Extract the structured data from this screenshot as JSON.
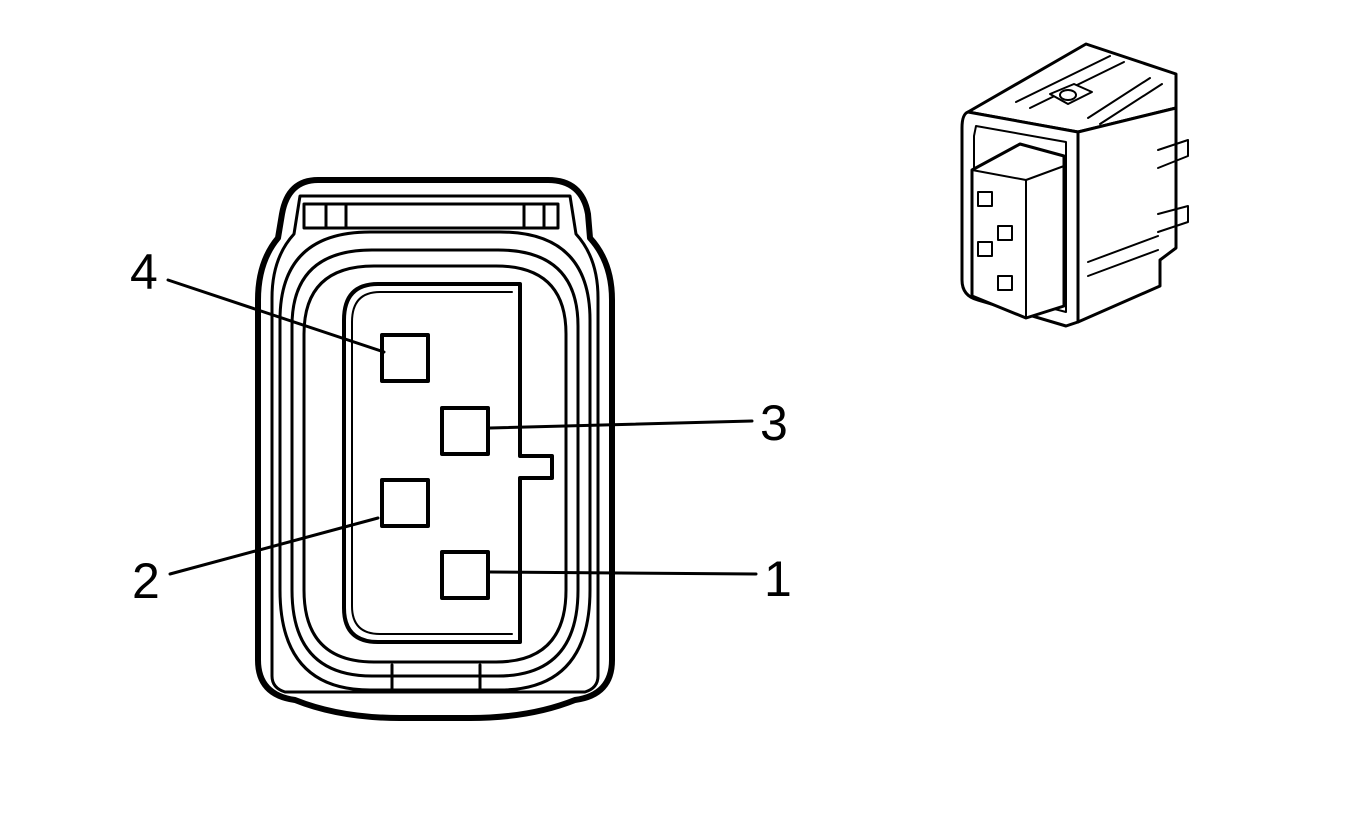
{
  "pins": [
    {
      "id": "pin-4",
      "label": "4"
    },
    {
      "id": "pin-3",
      "label": "3"
    },
    {
      "id": "pin-2",
      "label": "2"
    },
    {
      "id": "pin-1",
      "label": "1"
    }
  ],
  "colors": {
    "ink": "#000000",
    "background": "#ffffff"
  }
}
